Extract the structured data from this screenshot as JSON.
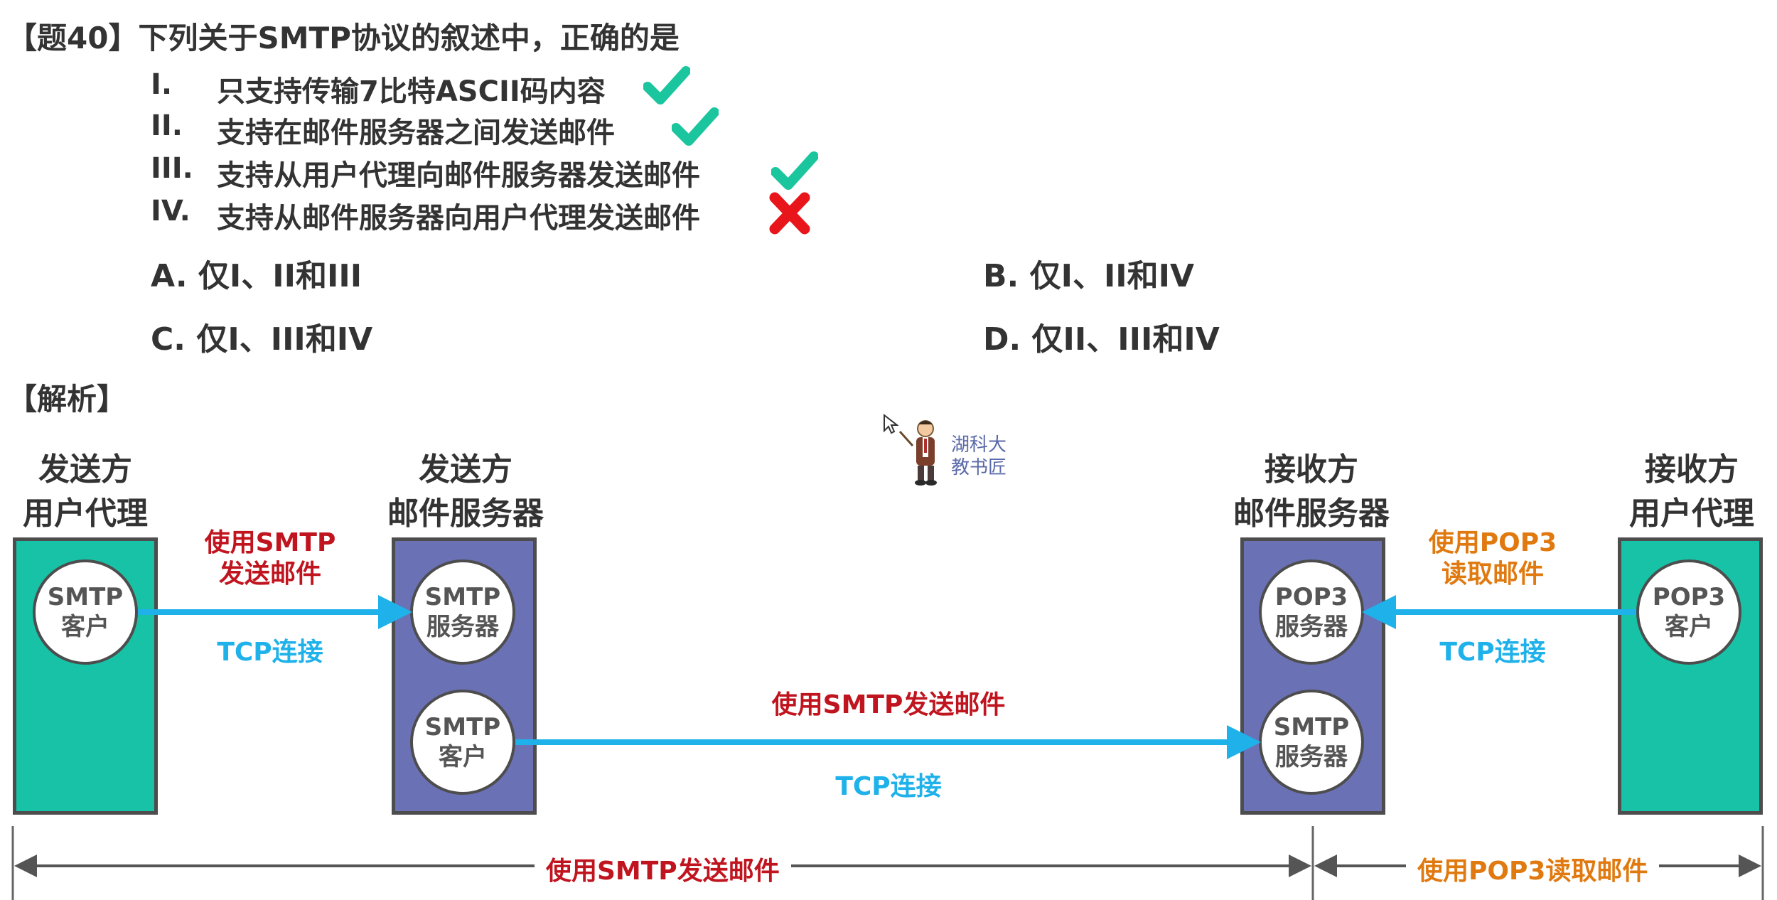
{
  "question": {
    "title": "【题40】下列关于SMTP协议的叙述中，正确的是",
    "statements": [
      {
        "num": "I.",
        "text": "只支持传输7比特ASCII码内容",
        "mark": "check"
      },
      {
        "num": "II.",
        "text": "支持在邮件服务器之间发送邮件",
        "mark": "check"
      },
      {
        "num": "III.",
        "text": "支持从用户代理向邮件服务器发送邮件",
        "mark": "check"
      },
      {
        "num": "IV.",
        "text": "支持从邮件服务器向用户代理发送邮件",
        "mark": "cross"
      }
    ],
    "options": {
      "a": "A. 仅I、II和III",
      "b": "B. 仅I、II和IV",
      "c": "C. 仅I、III和IV",
      "d": "D. 仅II、III和IV"
    }
  },
  "analysis": {
    "heading": "【解析】"
  },
  "diagram": {
    "sender_agent": {
      "line1": "发送方",
      "line2": "用户代理",
      "circle_line1": "SMTP",
      "circle_line2": "客户"
    },
    "sender_server": {
      "line1": "发送方",
      "line2": "邮件服务器",
      "top_circle_line1": "SMTP",
      "top_circle_line2": "服务器",
      "bottom_circle_line1": "SMTP",
      "bottom_circle_line2": "客户"
    },
    "receiver_server": {
      "line1": "接收方",
      "line2": "邮件服务器",
      "top_circle_line1": "POP3",
      "top_circle_line2": "服务器",
      "bottom_circle_line1": "SMTP",
      "bottom_circle_line2": "服务器"
    },
    "receiver_agent": {
      "line1": "接收方",
      "line2": "用户代理",
      "circle_line1": "POP3",
      "circle_line2": "客户"
    },
    "link_left": {
      "proto_line1": "使用SMTP",
      "proto_line2": "发送邮件",
      "tcp": "TCP连接"
    },
    "link_middle": {
      "proto": "使用SMTP发送邮件",
      "tcp": "TCP连接"
    },
    "link_right": {
      "proto_line1": "使用POP3",
      "proto_line2": "读取邮件",
      "tcp": "TCP连接"
    },
    "span_smtp": "使用SMTP发送邮件",
    "span_pop3": "使用POP3读取邮件"
  },
  "watermark": {
    "line1": "湖科大",
    "line2": "教书匠"
  },
  "colors": {
    "teal_box": "#17c2a6",
    "blue_box": "#6b71b5",
    "arrow_blue": "#1fb2ea",
    "text_red": "#c0141f",
    "text_orange": "#e07a10",
    "check_green": "#1bc59d",
    "cross_red": "#e8151b"
  },
  "icons": {
    "check": "check-icon",
    "cross": "cross-icon",
    "cursor": "cursor-icon",
    "mascot": "mascot-icon"
  }
}
